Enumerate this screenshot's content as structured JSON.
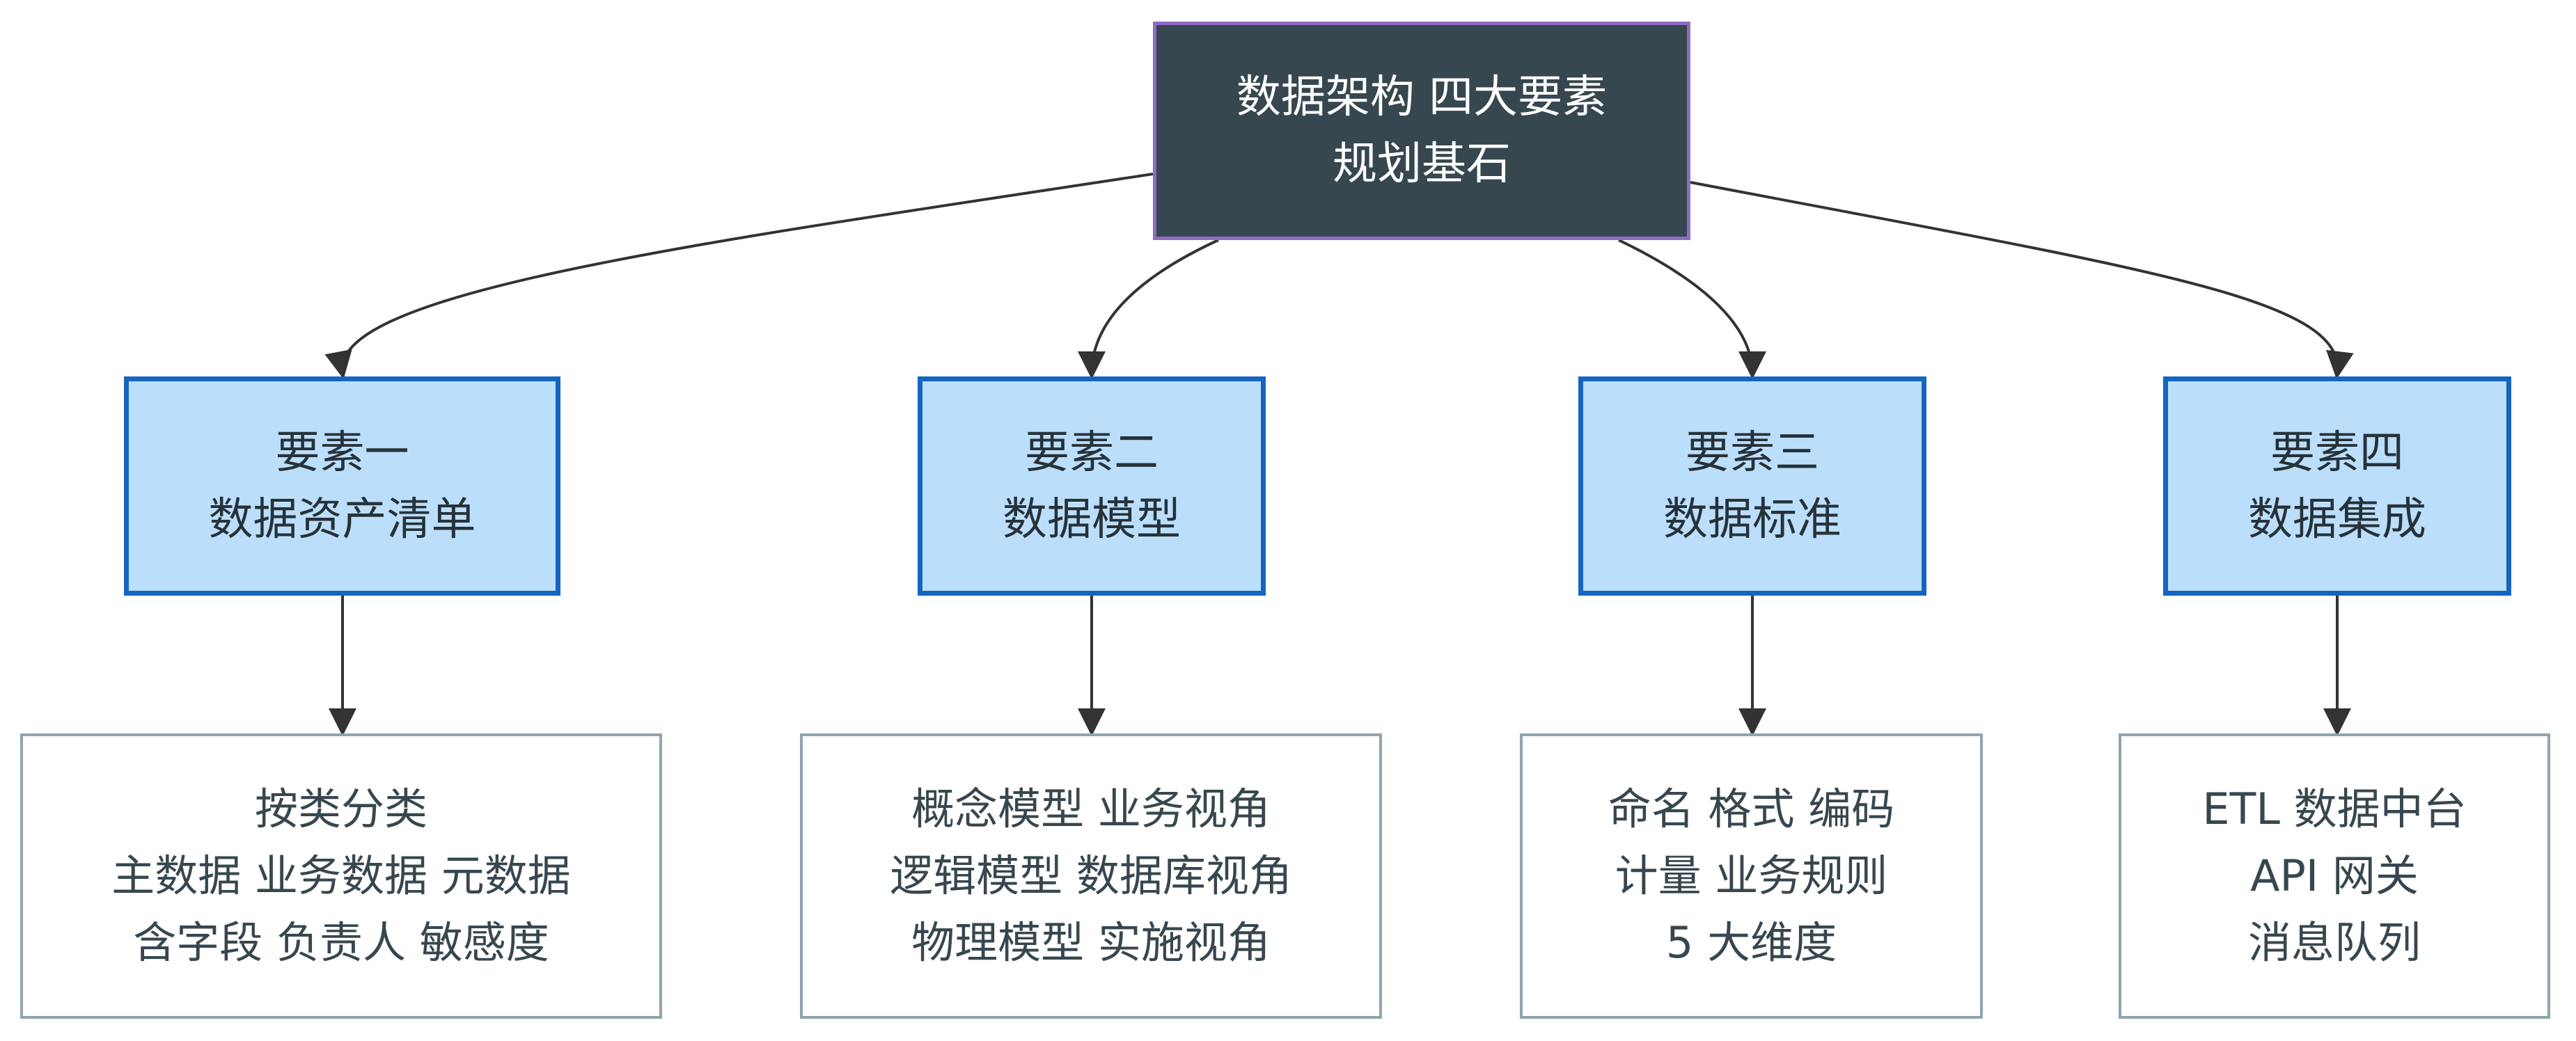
{
  "root": {
    "lines": [
      "数据架构 四大要素",
      "规划基石"
    ]
  },
  "elements": [
    {
      "lines": [
        "要素一",
        "数据资产清单"
      ],
      "details": [
        "按类分类",
        "主数据 业务数据 元数据",
        "含字段 负责人 敏感度"
      ]
    },
    {
      "lines": [
        "要素二",
        "数据模型"
      ],
      "details": [
        "概念模型 业务视角",
        "逻辑模型 数据库视角",
        "物理模型 实施视角"
      ]
    },
    {
      "lines": [
        "要素三",
        "数据标准"
      ],
      "details": [
        "命名 格式 编码",
        "计量 业务规则",
        "5 大维度"
      ]
    },
    {
      "lines": [
        "要素四",
        "数据集成"
      ],
      "details": [
        "ETL 数据中台",
        "API 网关",
        "消息队列"
      ]
    }
  ],
  "colors": {
    "root_fill": "#37474f",
    "root_border": "#8e6cc4",
    "element_fill": "#bbdefb",
    "element_border": "#1565c0",
    "detail_border": "#90a4ae",
    "edge": "#333333"
  }
}
